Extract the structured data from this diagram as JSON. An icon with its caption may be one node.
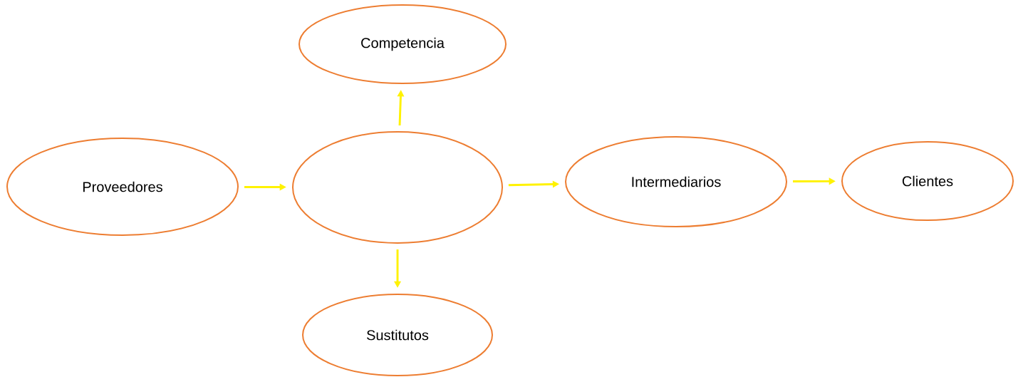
{
  "diagram": {
    "nodes": [
      {
        "text": [
          "Competencia"
        ]
      },
      {
        "text": [
          "Proveedores"
        ]
      },
      {
        "text": [],
        "shape": "ellipse"
      },
      {
        "text": [
          "Intermediarios"
        ]
      },
      {
        "text": [
          "Clientes"
        ]
      },
      {
        "text": [
          "Sustitutos"
        ]
      }
    ],
    "edges": [
      {
        "from": 2,
        "to": 0,
        "arrow": "to"
      },
      {
        "from": 1,
        "to": 2,
        "arrow": "to"
      },
      {
        "from": 2,
        "to": 3,
        "arrow": "to"
      },
      {
        "from": 3,
        "to": 4,
        "arrow": "to"
      },
      {
        "from": 2,
        "to": 5,
        "arrow": "to"
      }
    ]
  }
}
